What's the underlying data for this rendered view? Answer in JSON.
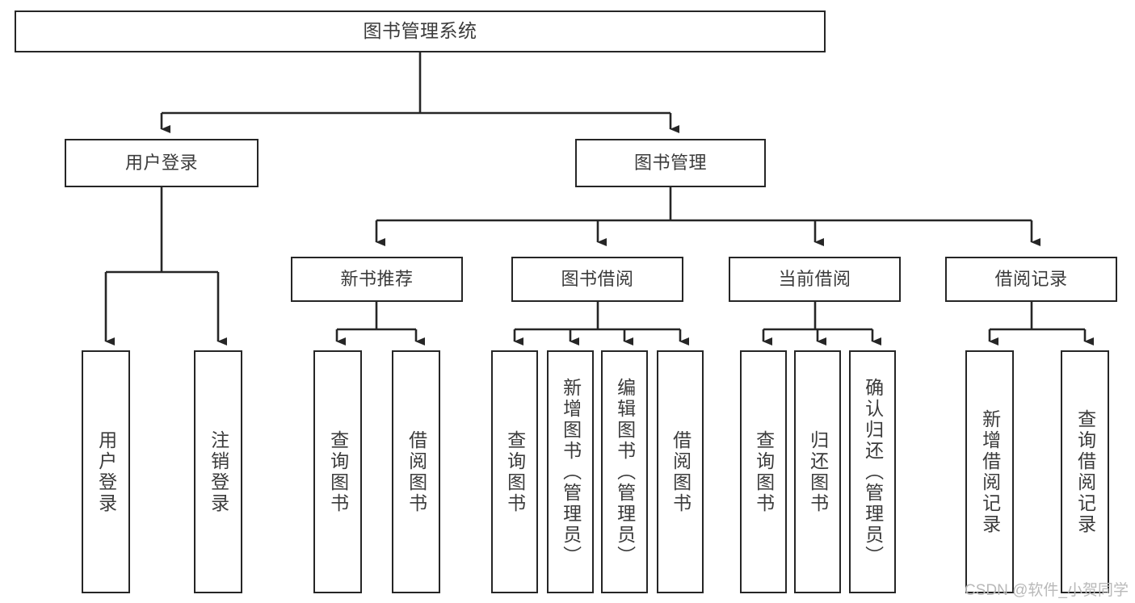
{
  "diagram": {
    "type": "tree-hierarchy",
    "title": "图书管理系统",
    "watermark": "CSDN @软件_小贺同学",
    "colors": {
      "background": "#ffffff",
      "box_border": "#262626",
      "box_fill": "#ffffff",
      "text": "#3b3b3b",
      "edge": "#262626",
      "watermark": "#b9b9b9"
    },
    "nodes": {
      "root": {
        "label": "图书管理系统"
      },
      "level2": [
        {
          "id": "user-login",
          "label": "用户登录"
        },
        {
          "id": "book-management",
          "label": "图书管理"
        }
      ],
      "level3": [
        {
          "id": "new-book-recommend",
          "label": "新书推荐"
        },
        {
          "id": "book-borrow",
          "label": "图书借阅"
        },
        {
          "id": "current-borrow",
          "label": "当前借阅"
        },
        {
          "id": "borrow-record",
          "label": "借阅记录"
        }
      ],
      "leaves": {
        "user_login": [
          {
            "id": "leaf-user-login",
            "label": "用户登录"
          },
          {
            "id": "leaf-logout",
            "label": "注销登录"
          }
        ],
        "new_book_recommend": [
          {
            "id": "leaf-query-book-1",
            "label": "查询图书"
          },
          {
            "id": "leaf-borrow-book-1",
            "label": "借阅图书"
          }
        ],
        "book_borrow": [
          {
            "id": "leaf-query-book-2",
            "label": "查询图书"
          },
          {
            "id": "leaf-add-book",
            "label": "新增图书（管理员）"
          },
          {
            "id": "leaf-edit-book",
            "label": "编辑图书（管理员）"
          },
          {
            "id": "leaf-borrow-book-2",
            "label": "借阅图书"
          }
        ],
        "current_borrow": [
          {
            "id": "leaf-query-book-3",
            "label": "查询图书"
          },
          {
            "id": "leaf-return-book",
            "label": "归还图书"
          },
          {
            "id": "leaf-confirm-return",
            "label": "确认归还（管理员）"
          }
        ],
        "borrow_record": [
          {
            "id": "leaf-add-record",
            "label": "新增借阅记录"
          },
          {
            "id": "leaf-query-record",
            "label": "查询借阅记录"
          }
        ]
      }
    }
  }
}
